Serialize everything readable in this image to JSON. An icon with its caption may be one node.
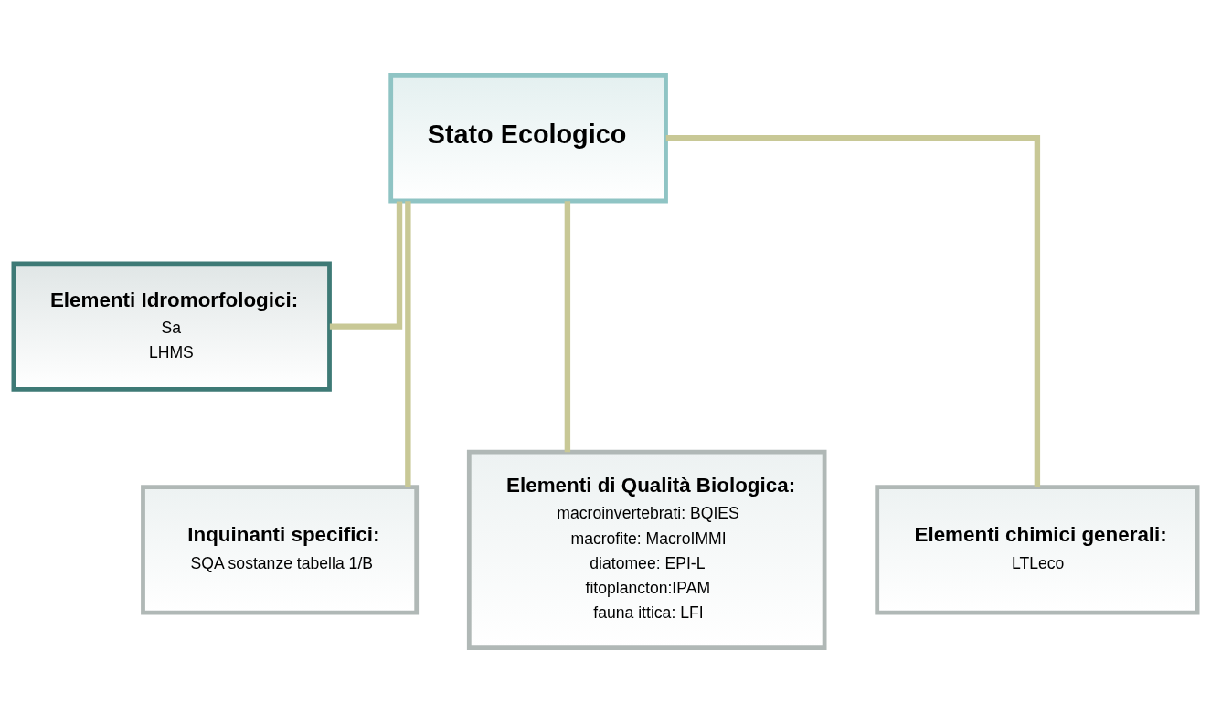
{
  "diagram": {
    "nodes": [
      {
        "text": [
          "Stato Ecologico"
        ]
      },
      {
        "text": [
          "Elementi Idromorfologici:",
          "Sa",
          "LHMS"
        ]
      },
      {
        "text": [
          "Inquinanti specifici:",
          "SQA sostanze tabella 1/B"
        ]
      },
      {
        "text": [
          "Elementi di Qualità Biologica:",
          "macroinvertebrati: BQIES",
          "macrofite: MacroIMMI",
          "diatomee: EPI-L",
          "fitoplancton:IPAM",
          "fauna ittica: LFI"
        ]
      },
      {
        "text": [
          "Elementi chimici generali:",
          "LTLeco"
        ]
      }
    ],
    "edges": [
      {
        "from": 0,
        "to": 1,
        "arrow": "none"
      },
      {
        "from": 0,
        "to": 2,
        "arrow": "none"
      },
      {
        "from": 0,
        "to": 3,
        "arrow": "none"
      },
      {
        "from": 0,
        "to": 4,
        "arrow": "none"
      }
    ]
  }
}
